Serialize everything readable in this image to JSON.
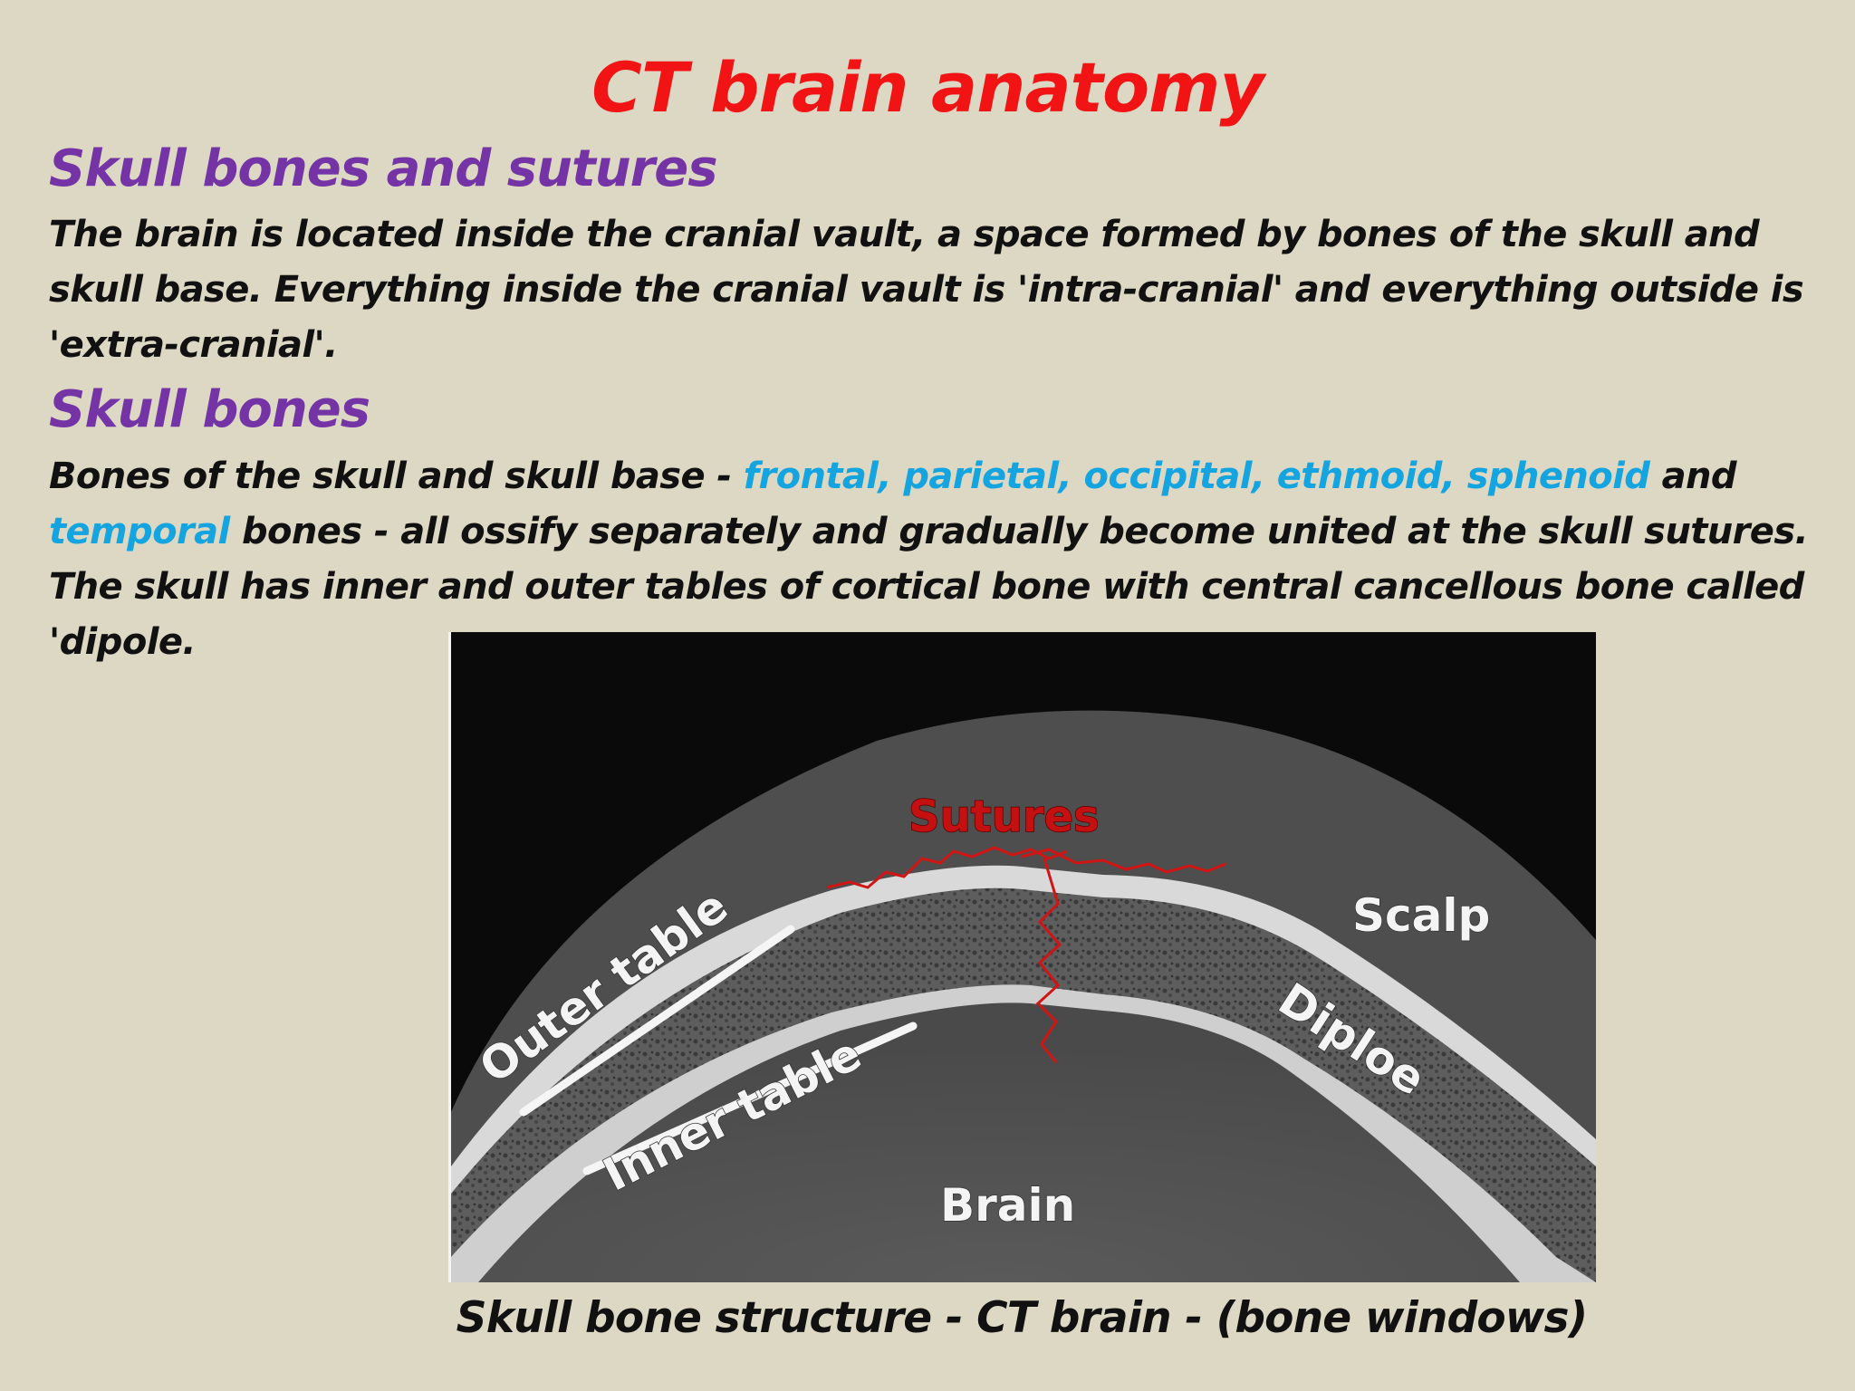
{
  "title": "CT brain anatomy",
  "section1": {
    "heading": "Skull bones and sutures",
    "text": "The brain is located inside the cranial vault, a space formed by bones of the skull and skull base. Everything inside the cranial vault is 'intra-cranial' and everything outside is 'extra-cranial'."
  },
  "section2": {
    "heading": "Skull bones",
    "text_before": "Bones of the skull and skull base - ",
    "highlight1": "frontal, parietal, occipital, ethmoid, sphenoid",
    "text_mid": " and ",
    "highlight2": "temporal",
    "text_after": " bones - all ossify separately and gradually become united at the skull sutures. The skull has inner and outer tables of cortical bone with central cancellous bone called 'dipole."
  },
  "figure": {
    "labels": {
      "sutures": "Sutures",
      "outer_table": "Outer table",
      "inner_table": "Inner table",
      "scalp": "Scalp",
      "diploe": "Diploe",
      "brain": "Brain"
    },
    "caption": "Skull bone structure - CT brain - (bone windows)"
  },
  "colors": {
    "title": "#f21414",
    "heading": "#7434a6",
    "highlight": "#14a4e0",
    "background": "#ddd8c3",
    "sutures": "#d11414"
  }
}
